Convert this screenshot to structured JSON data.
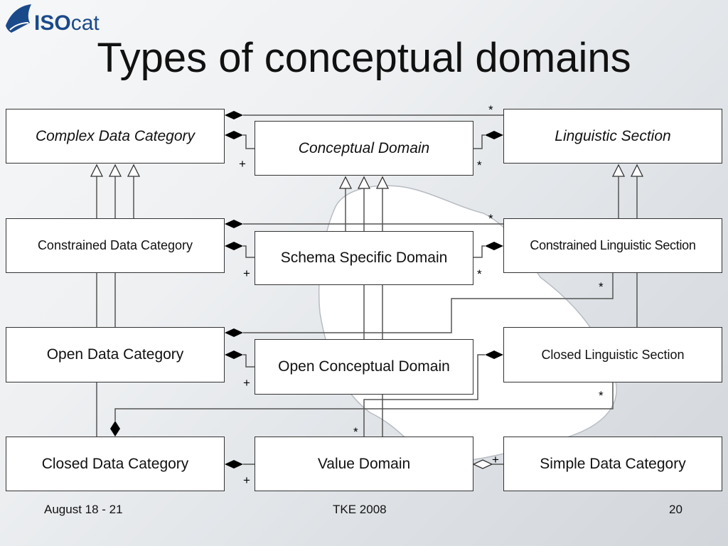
{
  "header": {
    "logo_text_iso": "ISO",
    "logo_text_cat": "cat",
    "title": "Types of conceptual domains"
  },
  "boxes": {
    "complex_data_category": "Complex Data Category",
    "conceptual_domain": "Conceptual Domain",
    "linguistic_section": "Linguistic Section",
    "constrained_data_category": "Constrained Data Category",
    "schema_specific_domain": "Schema Specific Domain",
    "constrained_linguistic_section": "Constrained Linguistic Section",
    "open_data_category": "Open Data Category",
    "open_conceptual_domain": "Open Conceptual Domain",
    "closed_linguistic_section": "Closed Linguistic Section",
    "closed_data_category": "Closed Data Category",
    "value_domain": "Value Domain",
    "simple_data_category": "Simple Data Category"
  },
  "multiplicities": {
    "star": "*",
    "plus": "+"
  },
  "footer": {
    "date": "August 18 - 21",
    "event": "TKE 2008",
    "page": "20"
  },
  "colors": {
    "line": "#555555",
    "box_border": "#333333",
    "logo": "#1b4a8a"
  }
}
